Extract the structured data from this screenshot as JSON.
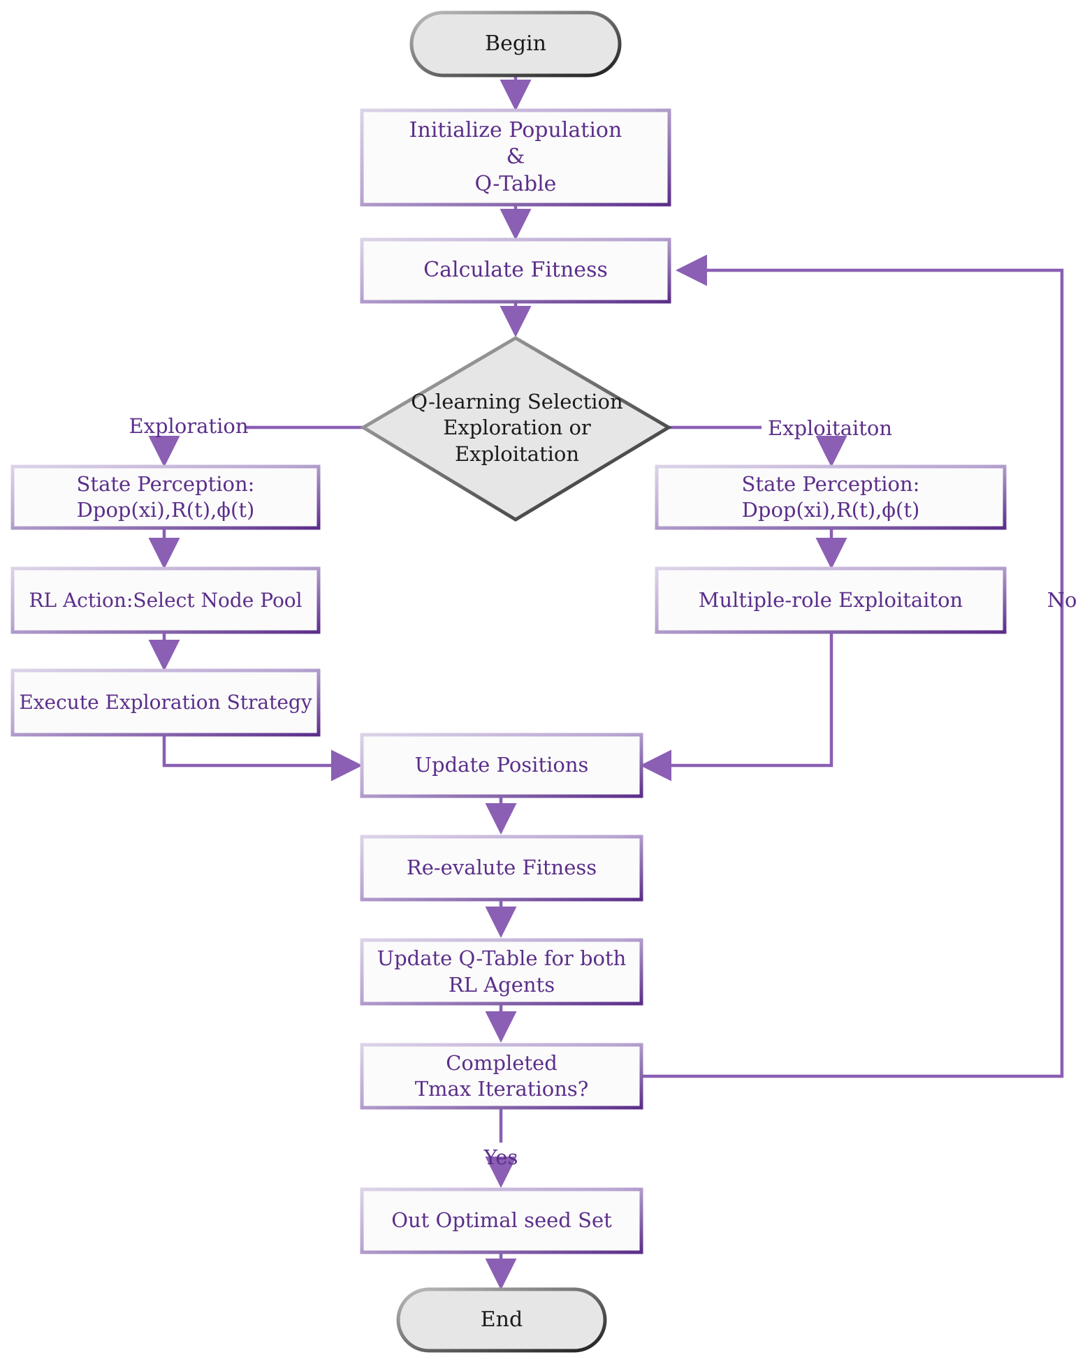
{
  "colors": {
    "accent": "#8a5fb4",
    "border_dark": "#5b2e8a",
    "border_light": "#d8cde6",
    "terminal_fill": "#e6e6e6",
    "decision_fill": "#e6e6e6",
    "text_purple": "#5b2e8a"
  },
  "nodes": {
    "begin": "Begin",
    "init_line1": "Initialize Population",
    "init_line2": "&",
    "init_line3": "Q-Table",
    "calc_fitness": "Calculate Fitness",
    "decision_line1": "Q-learning Selection",
    "decision_line2": "Exploration or",
    "decision_line3": "Exploitation",
    "left_state_line1": "State Perception:",
    "left_state_line2": "Dpop(xi),R(t),ϕ(t)",
    "rl_action": "RL Action:Select Node Pool",
    "execute_exploration": "Execute Exploration Strategy",
    "right_state_line1": "State Perception:",
    "right_state_line2": "Dpop(xi),R(t),ϕ(t)",
    "multiple_role": "Multiple-role Exploitaiton",
    "update_positions": "Update Positions",
    "reevaluate": "Re-evalute Fitness",
    "update_qtable_line1": "Update Q-Table for both",
    "update_qtable_line2": "RL Agents",
    "completed_line1": "Completed",
    "completed_line2": "Tmax Iterations?",
    "output": "Out Optimal seed Set",
    "end": "End"
  },
  "edge_labels": {
    "exploration": "Exploration",
    "exploitation": "Exploitaiton",
    "no": "No",
    "yes": "Yes"
  }
}
